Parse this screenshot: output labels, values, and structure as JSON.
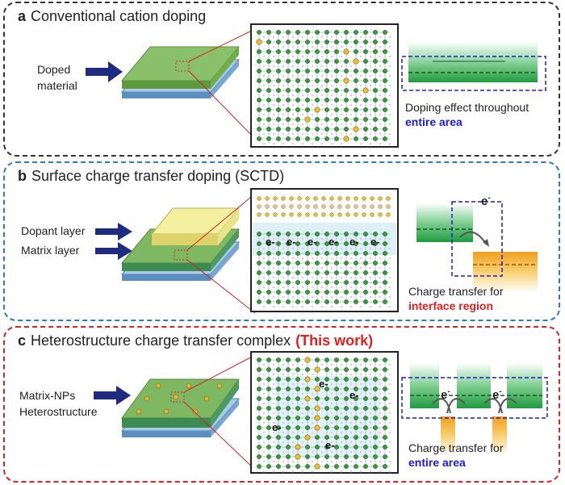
{
  "panels": {
    "a": {
      "letter": "a",
      "title": "Conventional cation doping",
      "labels": [
        "Doped",
        "material"
      ],
      "caption_line1": "Doping effect throughout",
      "caption_line2": "entire area",
      "caption_line2_color": "#1a1adc"
    },
    "b": {
      "letter": "b",
      "title": "Surface charge transfer doping (SCTD)",
      "label_dopant": "Dopant layer",
      "label_matrix": "Matrix layer",
      "electron": "e",
      "electron_sup": "-",
      "caption_line1": "Charge transfer for",
      "caption_line2": "interface region",
      "caption_line2_color": "#e41e1e"
    },
    "c": {
      "letter": "c",
      "title": "Heterostructure charge transfer complex",
      "title_highlight": "(This work)",
      "labels": [
        "Matrix-NPs",
        "Heterostructure"
      ],
      "electron": "e",
      "electron_sup": "-",
      "caption_line1": "Charge transfer for",
      "caption_line2": "entire area",
      "caption_line2_color": "#1a1adc"
    }
  },
  "colors": {
    "panel_a_border": "#333333",
    "panel_b_border": "#2b7bbf",
    "panel_c_border": "#d42424",
    "arrow": "#1e2b80",
    "matrix_green": "#6fae48",
    "dopant_yellow": "#e8e48a",
    "substrate_blue": "#a9cde8",
    "band_green": "#1f9a3f",
    "band_orange": "#f0a020",
    "zoom_line": "#d42424",
    "inset_box": "#1a1adc"
  }
}
